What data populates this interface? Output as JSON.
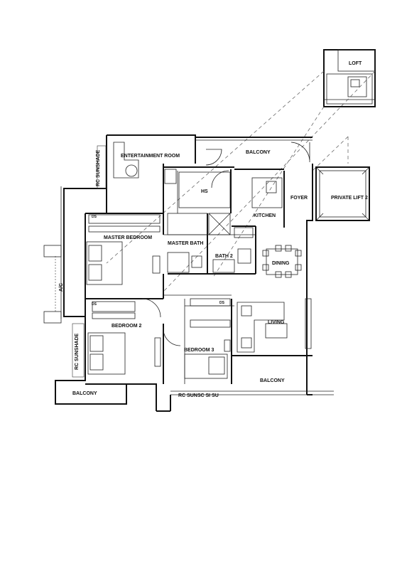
{
  "rooms": {
    "loft": "LOFT",
    "entertainment_room": "ENTERTAINMENT ROOM",
    "balcony_top": "BALCONY",
    "hs": "HS",
    "kitchen": "KITCHEN",
    "foyer": "FOYER",
    "private_lift": "PRIVATE LIFT 2",
    "master_bedroom": "MASTER BEDROOM",
    "master_bath": "MASTER BATH",
    "bath2": "BATH 2",
    "dining": "DINING",
    "bedroom2": "BEDROOM 2",
    "bedroom3": "BEDROOM 3",
    "living": "LIVING",
    "balcony_right": "BALCONY",
    "balcony_left": "BALCONY",
    "rc_sunshade_top": "RC SUNSHADE",
    "rc_sunshade_left": "RC SUNSHADE",
    "rc_sunshade_bottom": "RC SUNSC SI SU",
    "ac": "A/C",
    "ds1": "DS",
    "ds2": "DS",
    "ds3": "DS"
  }
}
